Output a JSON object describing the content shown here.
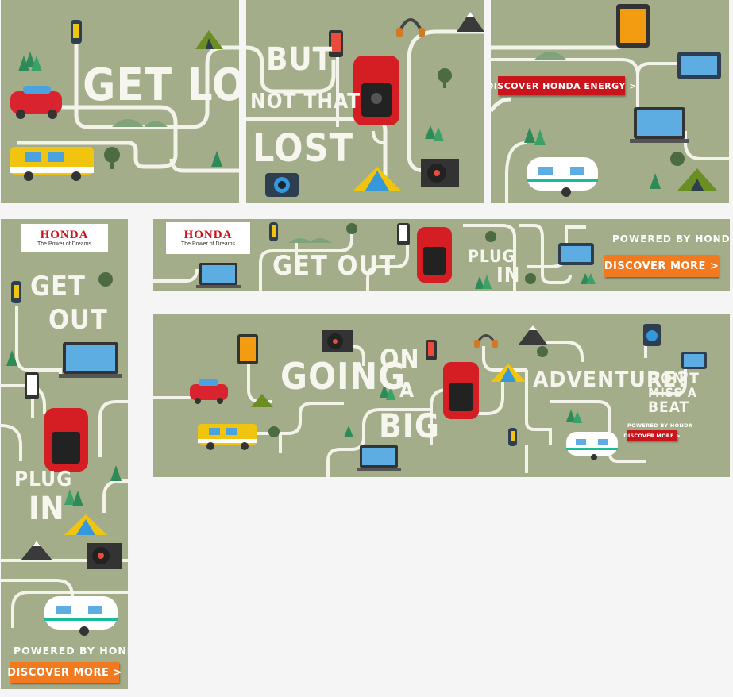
{
  "brand": {
    "logo": "HONDA",
    "tagline": "The Power of Dreams",
    "red": "#c8151c",
    "orange": "#f17a21",
    "background": "#a3ad8a"
  },
  "banner_top": {
    "left_text": "GET LOST",
    "middle_text_1": "BUT",
    "middle_text_2": "NOT THAT",
    "middle_text_3": "LOST",
    "cta": "DISCOVER HONDA ENERGY >"
  },
  "skyscraper": {
    "line1": "GET",
    "line2": "OUT",
    "line3": "PLUG",
    "line4": "IN",
    "powered": "POWERED BY HONDA",
    "cta": "DISCOVER MORE  >"
  },
  "leaderboard": {
    "text1": "GET OUT",
    "text2": "PLUG",
    "text3": "IN",
    "powered": "POWERED BY HONDA",
    "cta": "DISCOVER MORE  >"
  },
  "billboard": {
    "going": "GOING",
    "on": "ON",
    "a": "A",
    "big": "BIG",
    "adventure": "ADVENTURE?",
    "dont": "DON'T",
    "miss": "MISS A",
    "beat": "BEAT",
    "powered": "POWERED BY HONDA",
    "cta": "DISCOVER MORE >"
  }
}
